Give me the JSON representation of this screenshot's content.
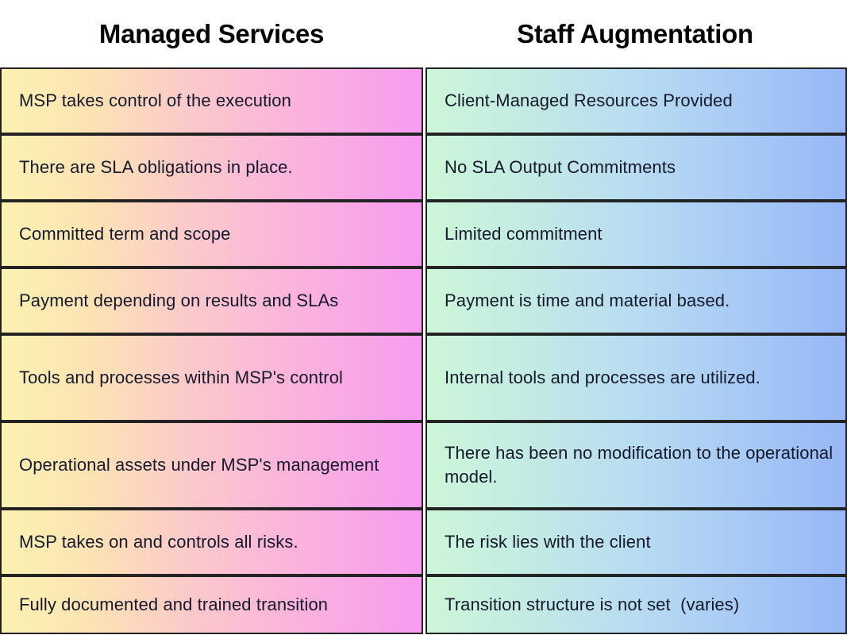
{
  "headers": {
    "left": "Managed Services",
    "right": "Staff Augmentation"
  },
  "colors": {
    "left_gradient_start": "#fbf2b2",
    "left_gradient_mid": "#fbc9cb",
    "left_gradient_end": "#f79bf0",
    "right_gradient_start": "#cdf6d9",
    "right_gradient_mid": "#b8dcf1",
    "right_gradient_end": "#97b7f6",
    "border": "#232323",
    "text": "#16192b",
    "header_text": "#050505",
    "background": "#ffffff"
  },
  "rows": [
    {
      "left": "MSP takes control of the execution",
      "right": "Client-Managed Resources Provided",
      "height": "single"
    },
    {
      "left": "There are SLA obligations in place.",
      "right": "No SLA Output Commitments",
      "height": "single"
    },
    {
      "left": "Committed term and scope",
      "right": "Limited commitment",
      "height": "single"
    },
    {
      "left": "Payment depending on results and SLAs",
      "right": "Payment is time and material based.",
      "height": "single"
    },
    {
      "left": "Tools and processes within MSP's control",
      "right": "Internal tools and processes are utilized.",
      "height": "double"
    },
    {
      "left": "Operational assets under MSP's management",
      "right": "There has been no modification to the operational model.",
      "height": "double"
    },
    {
      "left": "MSP takes on and controls all risks.",
      "right": "The risk lies with the client",
      "height": "single"
    },
    {
      "left": "Fully documented and trained transition",
      "right": "Transition structure is not set  (varies)",
      "height": "last"
    }
  ]
}
